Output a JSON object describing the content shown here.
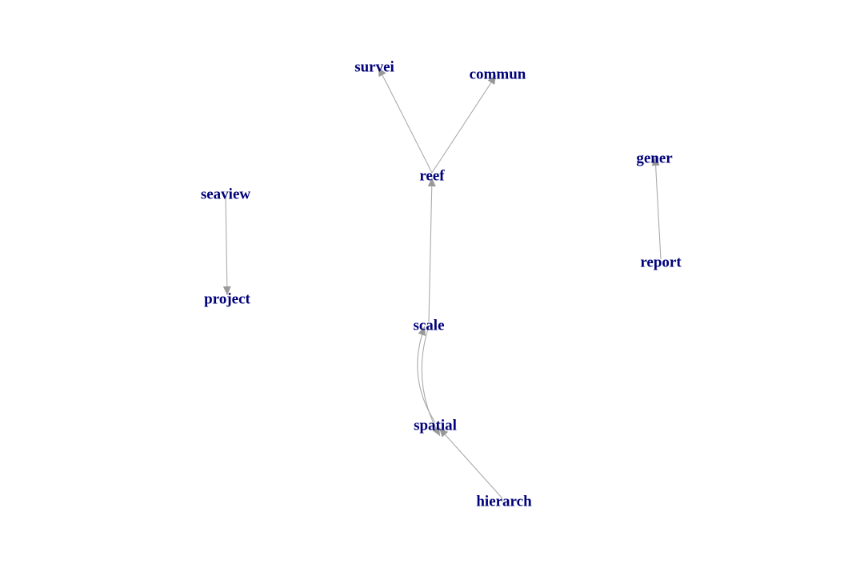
{
  "graph": {
    "type": "directed-network",
    "node_color": "#00007a",
    "edge_color": "#aaaaaa",
    "arrow_color": "#999999",
    "nodes": [
      {
        "id": "survei",
        "label": "survei"
      },
      {
        "id": "commun",
        "label": "commun"
      },
      {
        "id": "reef",
        "label": "reef"
      },
      {
        "id": "seaview",
        "label": "seaview"
      },
      {
        "id": "project",
        "label": "project"
      },
      {
        "id": "gener",
        "label": "gener"
      },
      {
        "id": "report",
        "label": "report"
      },
      {
        "id": "scale",
        "label": "scale"
      },
      {
        "id": "spatial",
        "label": "spatial"
      },
      {
        "id": "hierarch",
        "label": "hierarch"
      }
    ],
    "edges": [
      {
        "from": "reef",
        "to": "survei"
      },
      {
        "from": "reef",
        "to": "commun"
      },
      {
        "from": "scale",
        "to": "reef"
      },
      {
        "from": "seaview",
        "to": "project"
      },
      {
        "from": "report",
        "to": "gener"
      },
      {
        "from": "spatial",
        "to": "scale"
      },
      {
        "from": "scale",
        "to": "spatial"
      },
      {
        "from": "hierarch",
        "to": "spatial"
      }
    ]
  }
}
